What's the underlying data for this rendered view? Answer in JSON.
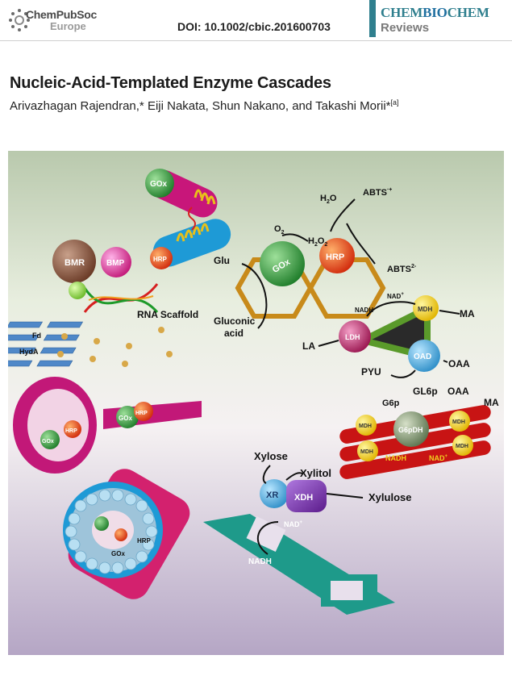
{
  "header": {
    "publisher_line1": "ChemPubSoc",
    "publisher_line2": "Europe",
    "doi": "DOI: 10.1002/cbic.201600703",
    "journal_part1": "CHEM",
    "journal_part2": "BIO",
    "journal_part3": "CHEM",
    "journal_sub": "Reviews"
  },
  "article": {
    "title": "Nucleic-Acid-Templated Enzyme Cascades",
    "authors": "Arivazhagan Rajendran,* Eiji Nakata, Shun Nakano, and Takashi Morii*",
    "affil": "[a]"
  },
  "figure": {
    "gox": "GOx",
    "hrp": "HRP",
    "bmr": "BMR",
    "bmp": "BMP",
    "rna_scaffold": "RNA Scaffold",
    "fd": "Fd",
    "hyda": "HydA",
    "glu": "Glu",
    "o2": "O",
    "o2_sub": "2",
    "h2o": "H",
    "h2o_sub": "2",
    "h2o_o": "O",
    "h2o2": "H",
    "h2o2_sub1": "2",
    "h2o2_o": "O",
    "h2o2_sub2": "2",
    "abts_rad": "ABTS",
    "abts_rad_sup": "·+",
    "abts2": "ABTS",
    "abts2_sup": "2-",
    "gluconic": "Gluconic",
    "acid": "acid",
    "nadh": "NADH",
    "nad_plus": "NAD",
    "nad_plus_sup": "+",
    "mdh": "MDH",
    "ma": "MA",
    "ldh": "LDH",
    "oad": "OAD",
    "la": "LA",
    "pyu": "PYU",
    "oaa": "OAA",
    "g6p": "G6p",
    "gl6p": "GL6p",
    "g6pdh": "G6pDH",
    "xylose": "Xylose",
    "xylitol": "Xylitol",
    "xylulose": "Xylulose",
    "xr": "XR",
    "xdh": "XDH"
  }
}
